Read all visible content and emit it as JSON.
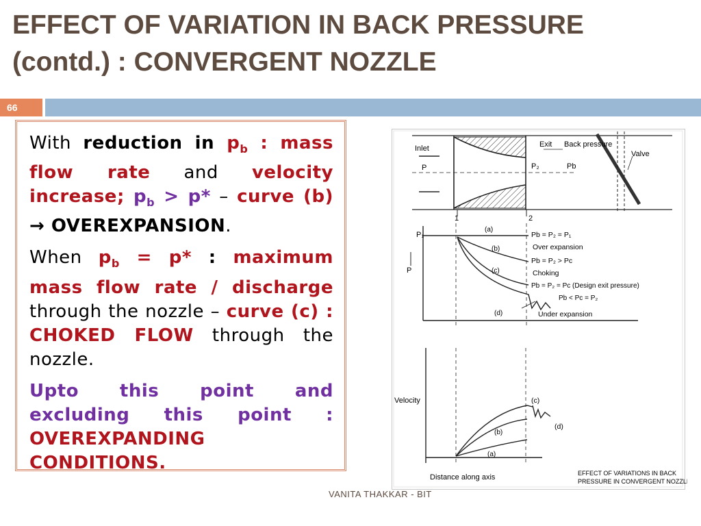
{
  "title": {
    "line1": "EFFECT OF VARIATION IN BACK PRESSURE",
    "line2": "(contd.) : CONVERGENT NOZZLE"
  },
  "slide_number": "66",
  "paragraphs": {
    "p1": {
      "s1": "With ",
      "s2": "reduction in ",
      "s3": "p",
      "s3sub": "b",
      "s4": " : mass flow rate",
      "s5": " and ",
      "s6": "velocity increase; ",
      "s7": "p",
      "s7sub": "b",
      "s8": " > p*",
      "s9": " – ",
      "s10": "curve (b)",
      "s11": " → OVEREXPANSION",
      "s12": "."
    },
    "p2": {
      "s1": "When ",
      "s2": "p",
      "s2sub": "b",
      "s3": " = p*",
      "s4": " : ",
      "s5": "maximum mass flow rate / discharge",
      "s6": " through the nozzle – ",
      "s7": "curve (c) : CHOKED FLOW",
      "s8": " through the nozzle."
    },
    "p3": {
      "s1": " Upto this point and excluding this point : ",
      "s2": "OVEREXPANDING CONDITIONS."
    }
  },
  "figure": {
    "inlet": "Inlet",
    "p": "P",
    "exit": "Exit",
    "back_pressure": "Back pressure",
    "p2": "P₂",
    "pb": "Pb",
    "valve": "Valve",
    "sec1": "1",
    "sec2": "2",
    "p1": "P₁",
    "curve_a": "(a)",
    "curve_b": "(b)",
    "curve_c": "(c)",
    "curve_d": "(d)",
    "eq_a": "Pb = P₂ = P₁",
    "over_expansion": "Over expansion",
    "eq_b": "Pb = P₂ > Pc",
    "choking": "Choking",
    "eq_c": "Pb = P₂ = Pc (Design exit pressure)",
    "eq_d": "Pb < Pc = P₂",
    "under_expansion": "Under expansion",
    "velocity": "Velocity",
    "distance": "Distance along axis",
    "caption_line1": "EFFECT OF VARIATIONS IN BACK",
    "caption_line2": "PRESSURE IN CONVERGENT NOZZLE"
  },
  "footer": "VANITA THAKKAR - BIT"
}
